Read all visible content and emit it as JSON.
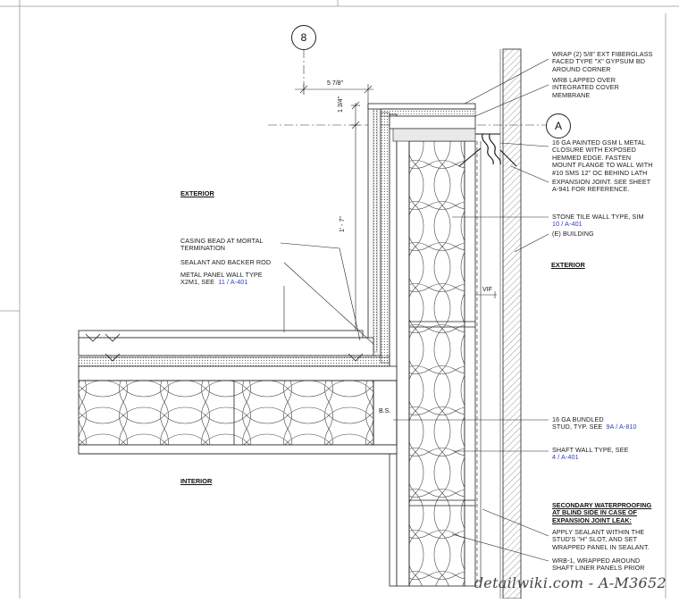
{
  "grid_bubbles": {
    "top": "8",
    "right": "A"
  },
  "dimensions": {
    "horizontal": "5 7/8\"",
    "vertical_small": "1 3/4\"",
    "vertical_large": "1' - 7\"",
    "vif": "VIF"
  },
  "headers": {
    "exterior_left": "EXTERIOR",
    "exterior_right": "EXTERIOR",
    "interior": "INTERIOR"
  },
  "label_bs": "B.S.",
  "notes_left": [
    {
      "lines": [
        "CASING BEAD AT MORTAL",
        "TERMINATION"
      ]
    },
    {
      "lines": [
        "SEALANT AND BACKER ROD"
      ]
    },
    {
      "lines": [
        "METAL PANEL WALL TYPE",
        "X2M1, SEE"
      ],
      "ref": "11 / A-401"
    }
  ],
  "notes_right": [
    {
      "lines": [
        "WRAP (2) 5/8\" EXT FIBERGLASS",
        "FACED TYPE \"X\" GYPSUM BD",
        "AROUND CORNER"
      ]
    },
    {
      "lines": [
        "WRB LAPPED OVER",
        "INTEGRATED COVER",
        "MEMBRANE"
      ]
    },
    {
      "lines": [
        "16 GA PAINTED GSM L METAL",
        "CLOSURE WITH EXPOSED",
        "HEMMED EDGE. FASTEN",
        "MOUNT FLANGE TO WALL WITH",
        "#10 SMS 12\" OC BEHIND LATH"
      ]
    },
    {
      "lines": [
        "EXPANSION JOINT. SEE SHEET",
        "A-941 FOR REFERENCE."
      ]
    },
    {
      "lines": [
        "STONE TILE WALL TYPE, SIM"
      ],
      "ref": "10 / A-401"
    },
    {
      "lines": [
        "(E) BUILDING"
      ]
    },
    {
      "lines": [
        "16 GA BUNDLED",
        "STUD, TYP. SEE"
      ],
      "inline_ref": "9A / A-810"
    },
    {
      "lines": [
        "SHAFT WALL TYPE, SEE"
      ],
      "ref": "4 / A-401"
    }
  ],
  "secondary": {
    "header_lines": [
      "SECONDARY WATERPROOFING",
      "AT BLIND SIDE IN CASE OF",
      "EXPANSION JOINT LEAK:"
    ],
    "notes": [
      {
        "lines": [
          "APPLY SEALANT WITHIN THE",
          "STUD'S \"H\" SLOT, AND SET",
          "WRAPPED PANEL IN SEALANT."
        ]
      },
      {
        "lines": [
          "WRB-1, WRAPPED AROUND",
          "SHAFT LINER PANELS PRIOR"
        ]
      }
    ]
  },
  "watermark": "detailwiki.com - A-M3652"
}
